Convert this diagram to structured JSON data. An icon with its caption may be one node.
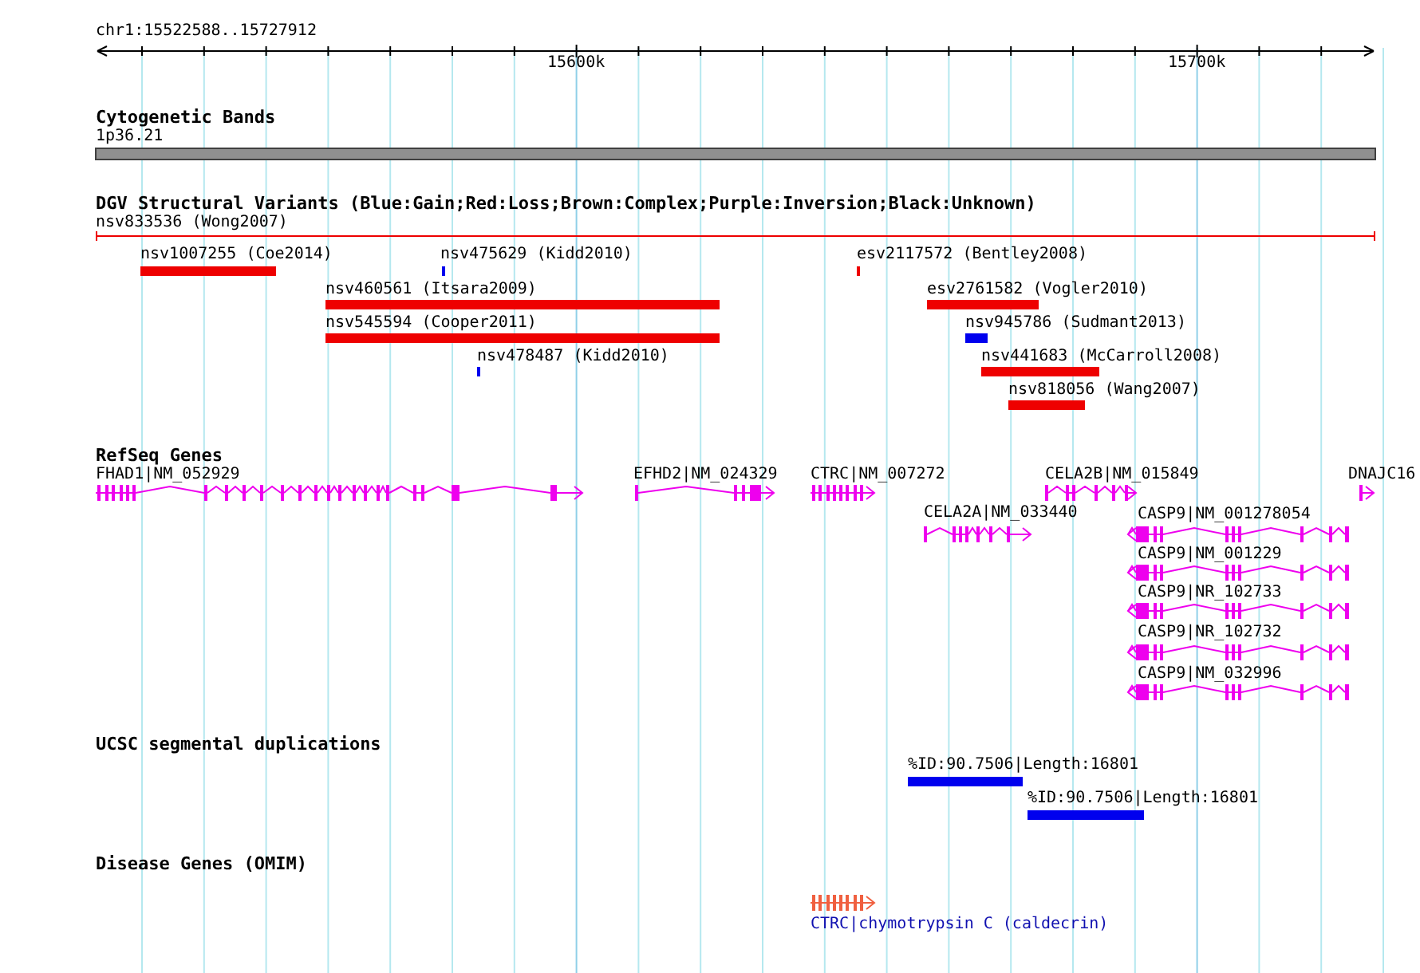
{
  "diagram": {
    "labels": [
      "chr1:15522588..15727912",
      "15600k",
      "15700k",
      "Cytogenetic Bands",
      "1p36.21",
      "DGV Structural Variants (Blue:Gain;Red:Loss;Brown:Complex;Purple:Inversion;Black:Unknown)",
      "nsv833536 (Wong2007)",
      "nsv1007255 (Coe2014)",
      "nsv475629 (Kidd2010)",
      "esv2117572 (Bentley2008)",
      "nsv460561 (Itsara2009)",
      "esv2761582 (Vogler2010)",
      "nsv545594 (Cooper2011)",
      "nsv945786 (Sudmant2013)",
      "nsv478487 (Kidd2010)",
      "nsv441683 (McCarroll2008)",
      "nsv818056 (Wang2007)",
      "RefSeq Genes",
      "FHAD1|NM_052929",
      "EFHD2|NM_024329",
      "CTRC|NM_007272",
      "CELA2B|NM_015849",
      "DNAJC16",
      "CELA2A|NM_033440",
      "CASP9|NM_001278054",
      "CASP9|NM_001229",
      "CASP9|NR_102733",
      "CASP9|NR_102732",
      "CASP9|NM_032996",
      "UCSC segmental duplications",
      "%ID:90.7506|Length:16801",
      "%ID:90.7506|Length:16801",
      "Disease Genes (OMIM)",
      "CTRC|chymotrypsin C (caldecrin)"
    ]
  }
}
